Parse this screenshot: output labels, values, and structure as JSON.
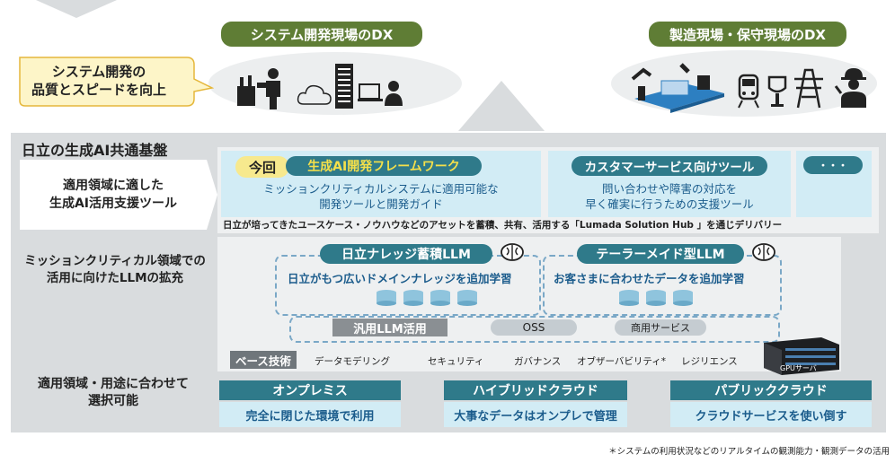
{
  "top": {
    "left_tag": "システム開発現場のDX",
    "right_tag": "製造現場・保守現場のDX",
    "callout_line1": "システム開発の",
    "callout_line2": "品質とスピードを向上"
  },
  "platform": {
    "title": "日立の生成AI共通基盤",
    "row1": {
      "label_line1": "適用領域に適した",
      "label_line2": "生成AI活用支援ツール",
      "badge": "今回",
      "framework_title": "生成AI開発フレームワーク",
      "framework_line1": "ミッションクリティカルシステムに適用可能な",
      "framework_line2": "開発ツールと開発ガイド",
      "customer_title": "カスタマーサービス向けツール",
      "customer_line1": "問い合わせや障害の対応を",
      "customer_line2": "早く確実に行うための支援ツール",
      "more": "・・・",
      "hub_note": "日立が培ってきたユースケース・ノウハウなどのアセットを蓄積、共有、活用する「Lumada Solution Hub 」を通じデリバリー"
    },
    "row2": {
      "label_line1": "ミッションクリティカル領域での",
      "label_line2": "活用に向けたLLMの拡充",
      "llm1_title": "日立ナレッジ蓄積LLM",
      "llm1_desc": "日立がもつ広いドメインナレッジを追加学習",
      "llm2_title": "テーラーメイド型LLM",
      "llm2_desc": "お客さまに合わせたデータを追加学習",
      "general": "汎用LLM活用",
      "oss": "OSS",
      "commercial": "商用サービス",
      "base_label": "ベース技術",
      "base_items": [
        "データモデリング",
        "セキュリティ",
        "ガバナンス",
        "オブザーバビリティ*",
        "レジリエンス"
      ],
      "gpu_label": "GPUサーバ"
    },
    "row3": {
      "label_line1": "適用領域・用途に合わせて",
      "label_line2": "選択可能",
      "options": [
        {
          "title": "オンプレミス",
          "desc": "完全に閉じた環境で利用"
        },
        {
          "title": "ハイブリッドクラウド",
          "desc": "大事なデータはオンプレで管理"
        },
        {
          "title": "パブリッククラウド",
          "desc": "クラウドサービスを使い倒す"
        }
      ]
    }
  },
  "footnote": "＊システムの利用状況などのリアルタイムの観測能力・観測データの活用",
  "icons": {
    "left_scene": [
      "worker-desk-icon",
      "cloud-icon",
      "server-rack-icon",
      "laptop-user-icon"
    ],
    "right_scene": [
      "factory-line-icon",
      "train-icon",
      "inspector-icon",
      "power-tower-icon",
      "maintenance-worker-icon"
    ],
    "brain": "brain-icon"
  },
  "colors": {
    "green": "#5f7d35",
    "teal": "#2f7a8a",
    "callout_fill": "#fdf5c8",
    "panel_gray": "#d9dcde",
    "dashed_blue": "#7aa8c7"
  }
}
